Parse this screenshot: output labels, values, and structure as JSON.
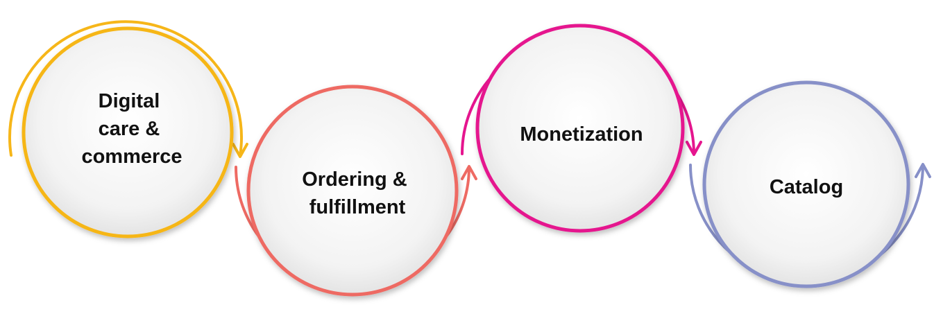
{
  "stages": [
    {
      "lines": [
        "Digital",
        "care &",
        "commerce"
      ],
      "color": "#F6B619"
    },
    {
      "lines": [
        "Ordering &",
        "fulfillment"
      ],
      "color": "#EE6A63"
    },
    {
      "lines": [
        "Monetization"
      ],
      "color": "#E5158E"
    },
    {
      "lines": [
        "Catalog"
      ],
      "color": "#8790C8"
    }
  ]
}
